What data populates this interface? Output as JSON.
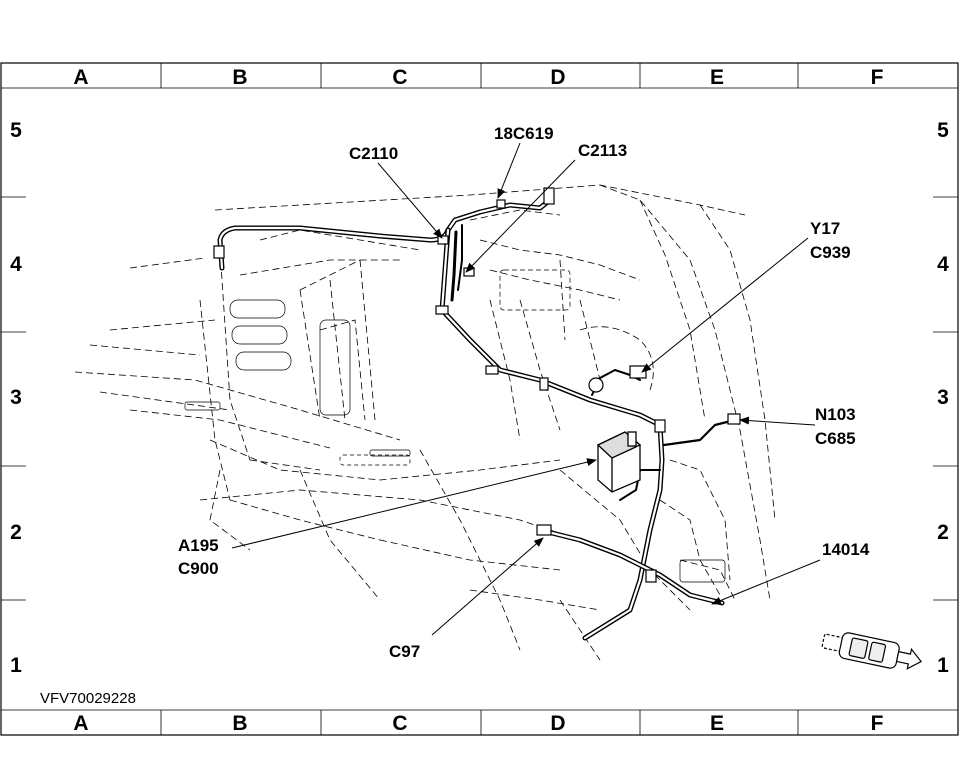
{
  "frame": {
    "columns": [
      "A",
      "B",
      "C",
      "D",
      "E",
      "F"
    ],
    "rows": [
      "5",
      "4",
      "3",
      "2",
      "1"
    ]
  },
  "reference_id": "VFV70029228",
  "callouts": {
    "c2110": "C2110",
    "c18c619": "18C619",
    "c2113": "C2113",
    "y17": "Y17",
    "c939": "C939",
    "n103": "N103",
    "c685": "C685",
    "a195": "A195",
    "c900": "C900",
    "n14014": "14014",
    "c97": "C97"
  },
  "icons": {
    "direction": "vehicle-forward-arrow-icon"
  }
}
